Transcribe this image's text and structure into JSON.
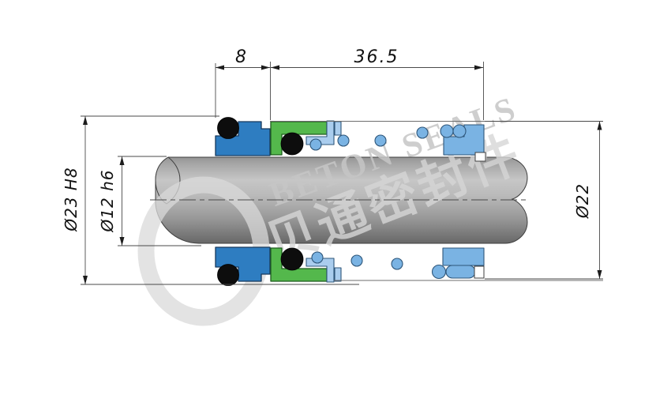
{
  "drawing": {
    "title": "Mechanical seal cross-section technical drawing",
    "dims": {
      "d8": {
        "label": "8"
      },
      "d365": {
        "label": "36.5"
      },
      "d23": {
        "label": "Ø23 H8"
      },
      "d12": {
        "label": "Ø12 h6"
      },
      "d22": {
        "label": "Ø22"
      }
    },
    "watermark": {
      "latin": "BETON SEALS",
      "cjk": "贝通密封件",
      "gray": "#c6c6c6",
      "gray_light": "#d6d6d6",
      "ring_gray": "#dadada"
    },
    "colors": {
      "gland_blue": "#2e7dc1",
      "pusher_green": "#54b84c",
      "spring_blue": "#7ab3e3",
      "bellows_blue": "#aacdee",
      "oring_black": "#0d0d0d"
    }
  }
}
